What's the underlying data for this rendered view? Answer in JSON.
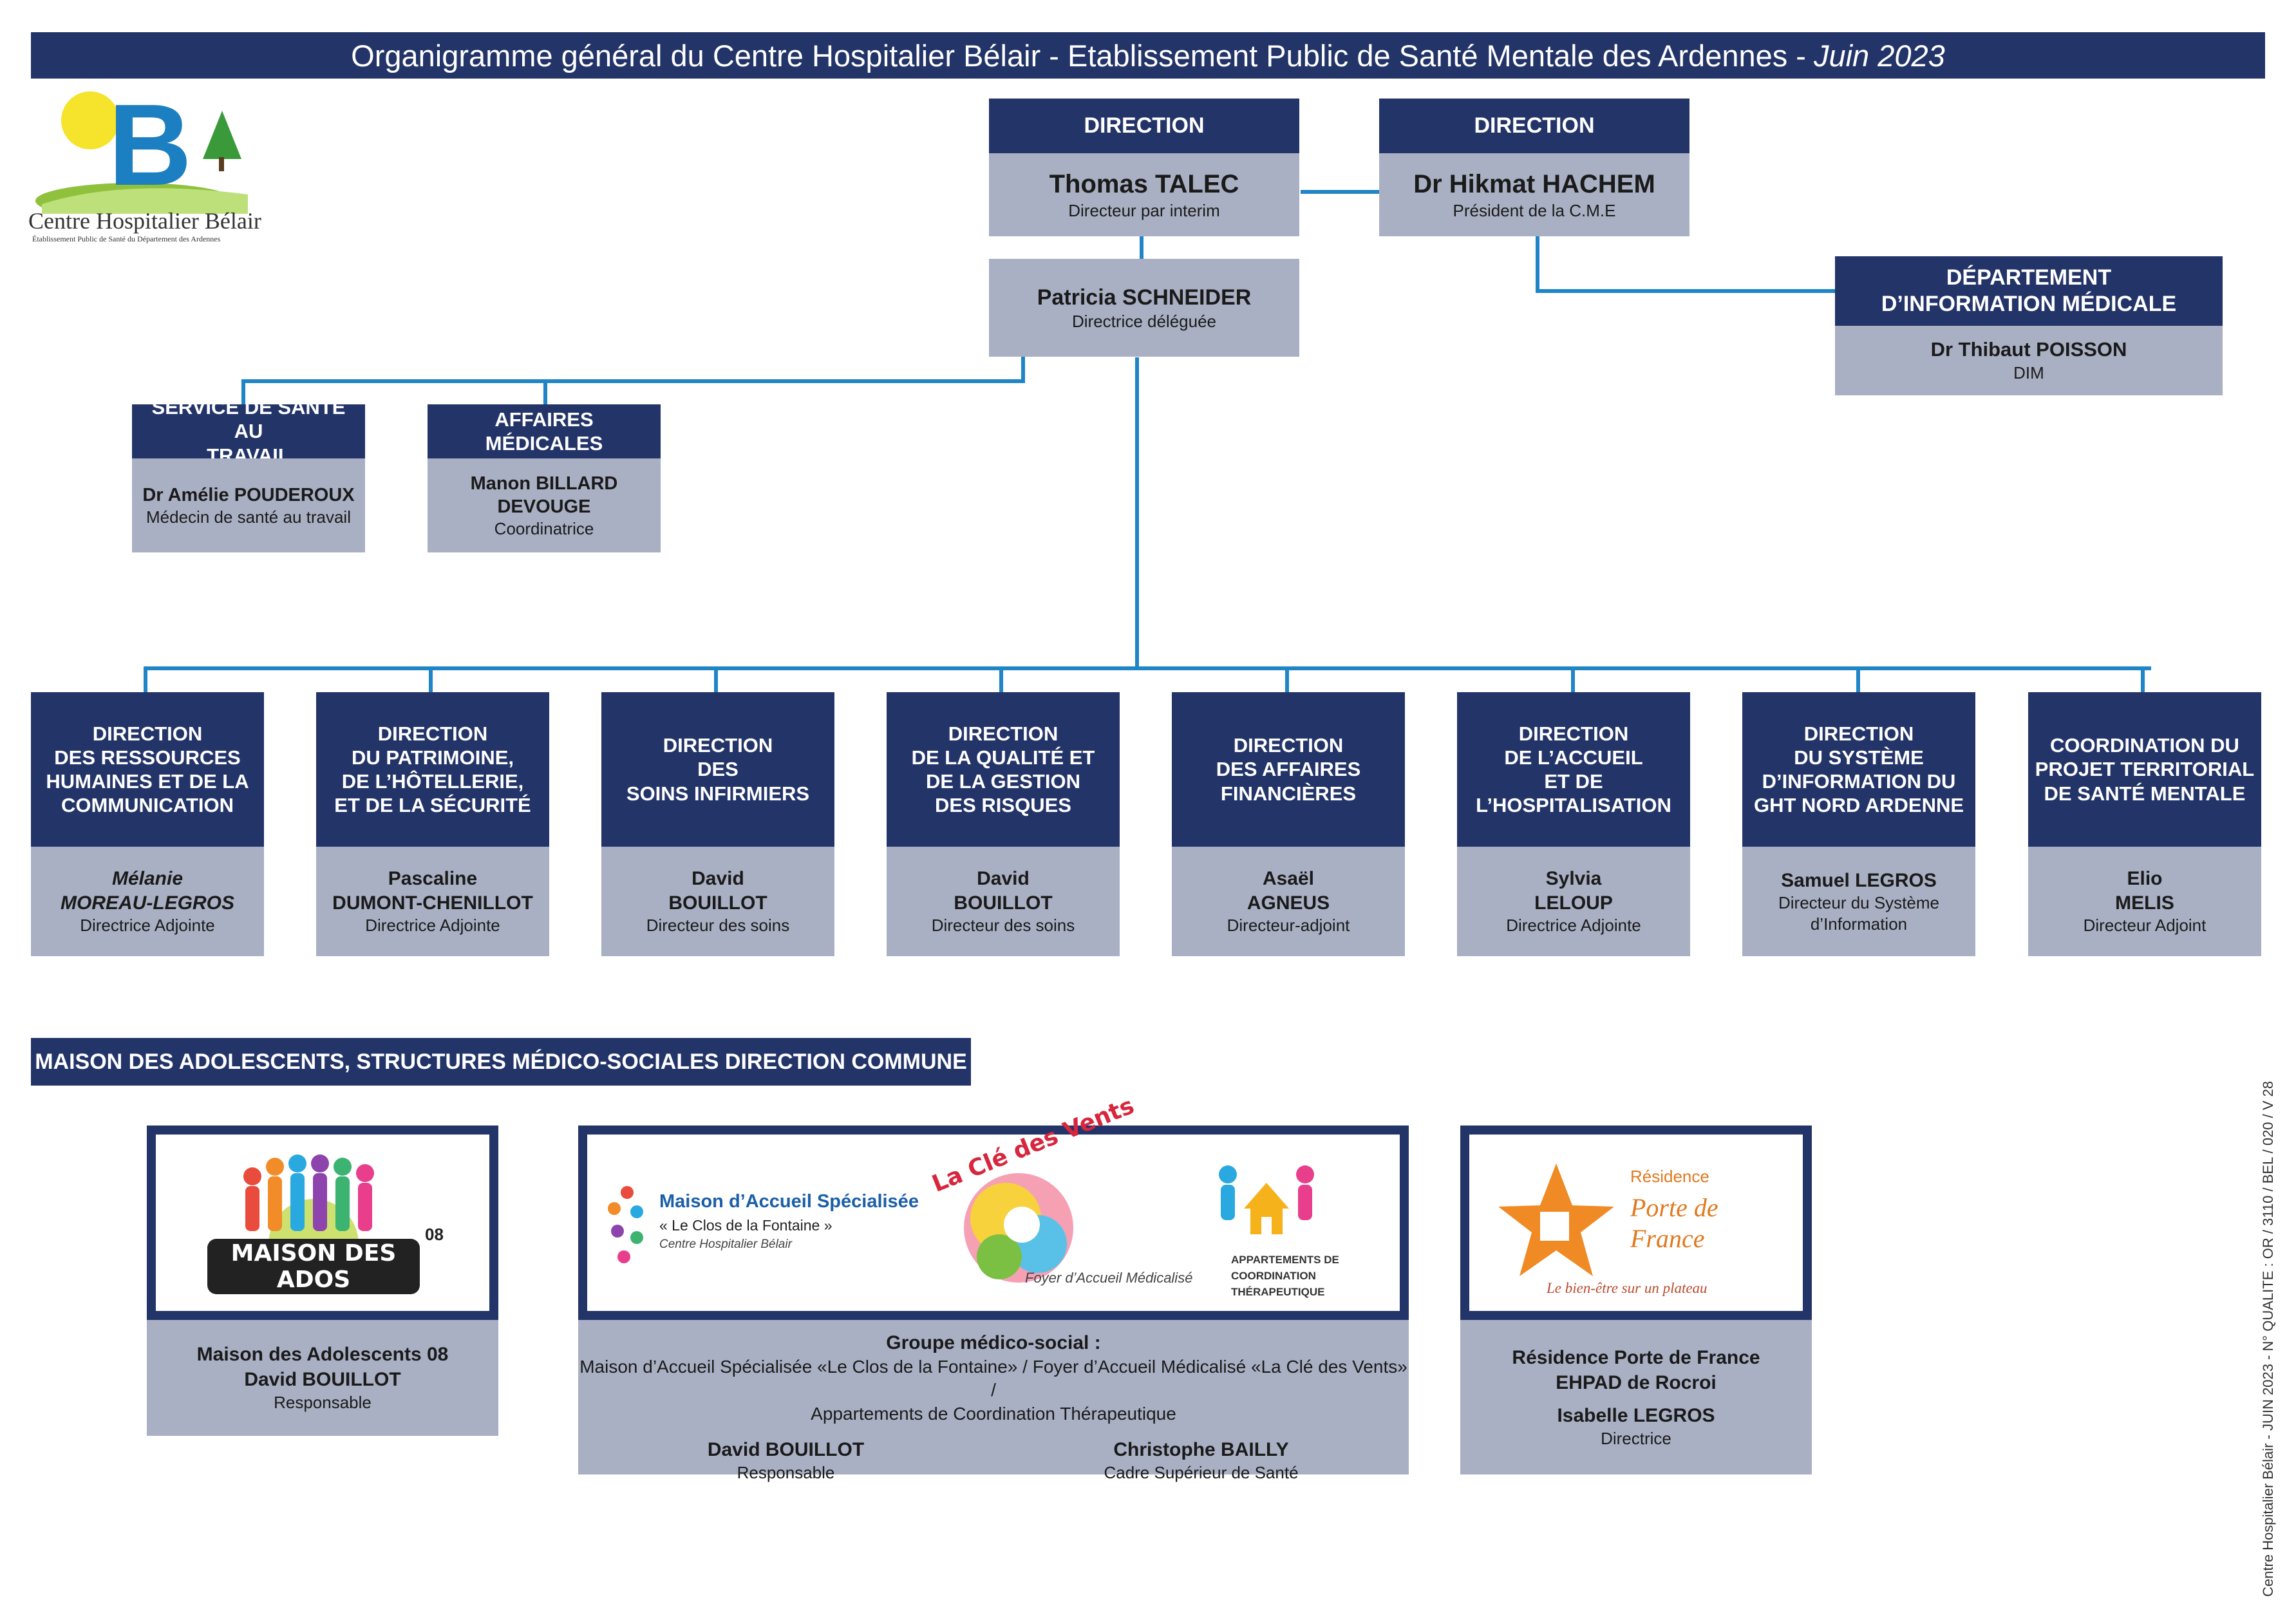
{
  "title": {
    "main": "Organigramme général du Centre Hospitalier Bélair - Etablissement Public de Santé Mentale des Ardennes -",
    "date": "Juin 2023"
  },
  "logo": {
    "letter": "B",
    "name": "Centre Hospitalier Bélair",
    "sub": "Établissement Public de Santé du Département des Ardennes"
  },
  "top": [
    {
      "head": "DIRECTION",
      "name": "Thomas TALEC",
      "role": "Directeur par interim"
    },
    {
      "head": "DIRECTION",
      "name": "Dr Hikmat HACHEM",
      "role": "Président de la C.M.E"
    }
  ],
  "deleguee": {
    "name": "Patricia SCHNEIDER",
    "role": "Directrice déléguée"
  },
  "dim": {
    "head": "DÉPARTEMENT\nD’INFORMATION MÉDICALE",
    "name": "Dr Thibaut POISSON",
    "role": "DIM"
  },
  "side": [
    {
      "head": "SERVICE DE SANTÉ AU\nTRAVAIL",
      "name": "Dr Amélie POUDEROUX",
      "role": "Médecin de santé au travail"
    },
    {
      "head": "AFFAIRES\nMÉDICALES",
      "name": "Manon BILLARD DEVOUGE",
      "role": "Coordinatrice"
    }
  ],
  "directions": [
    {
      "head": "DIRECTION\nDES RESSOURCES\nHUMAINES ET DE LA\nCOMMUNICATION",
      "name": "Mélanie\nMOREAU-LEGROS",
      "role": "Directrice Adjointe"
    },
    {
      "head": "DIRECTION\nDU PATRIMOINE,\nDE L’HÔTELLERIE,\nET DE LA SÉCURITÉ",
      "name": "Pascaline\nDUMONT-CHENILLOT",
      "role": "Directrice Adjointe"
    },
    {
      "head": "DIRECTION\nDES\nSOINS INFIRMIERS",
      "name": "David\nBOUILLOT",
      "role": "Directeur des soins"
    },
    {
      "head": "DIRECTION\nDE LA QUALITÉ ET\nDE LA GESTION\nDES RISQUES",
      "name": "David\nBOUILLOT",
      "role": "Directeur des soins"
    },
    {
      "head": "DIRECTION\nDES AFFAIRES\nFINANCIÈRES",
      "name": "Asaël\nAGNEUS",
      "role": "Directeur-adjoint"
    },
    {
      "head": "DIRECTION\nDE L’ACCUEIL\nET DE\nL’HOSPITALISATION",
      "name": "Sylvia\nLELOUP",
      "role": "Directrice Adjointe"
    },
    {
      "head": "DIRECTION\nDU SYSTÈME\nD’INFORMATION DU\nGHT NORD ARDENNE",
      "name": "Samuel LEGROS",
      "role": "Directeur du Système\nd’Information"
    },
    {
      "head": "COORDINATION DU\nPROJET TERRITORIAL\nDE SANTÉ MENTALE",
      "name": "Elio\nMELIS",
      "role": "Directeur Adjoint"
    }
  ],
  "section_title": "MAISON DES ADOLESCENTS, STRUCTURES MÉDICO-SOCIALES DIRECTION COMMUNE",
  "structures": {
    "mda": {
      "logo_text": "MAISON DES ADOS",
      "logo_num": "08",
      "title": "Maison des Adolescents 08",
      "name": "David BOUILLOT",
      "role": "Responsable"
    },
    "groupe": {
      "mas_title": "Maison d’Accueil Spécialisée",
      "mas_sub": "« Le Clos de la Fontaine »",
      "mas_org": "Centre Hospitalier Bélair",
      "fam_title": "La Clé des Vents",
      "fam_sub": "Foyer d’Accueil Médicalisé",
      "act_lines": [
        "APPARTEMENTS DE",
        "COORDINATION",
        "THÉRAPEUTIQUE"
      ],
      "title": "Groupe médico-social :",
      "desc1": "Maison d’Accueil Spécialisée «Le Clos de la Fontaine» / Foyer d’Accueil Médicalisé «La Clé des Vents» /",
      "desc2": "Appartements de Coordination Thérapeutique",
      "p1_name": "David BOUILLOT",
      "p1_role": "Responsable",
      "p2_name": "Christophe BAILLY",
      "p2_role": "Cadre Supérieur de Santé"
    },
    "residence": {
      "logo_small": "Résidence",
      "logo_big1": "Porte de",
      "logo_big2": "France",
      "logo_tag": "Le bien-être sur un plateau",
      "title1": "Résidence Porte de France",
      "title2": "EHPAD de Rocroi",
      "name": "Isabelle LEGROS",
      "role": "Directrice"
    }
  },
  "footer_vertical": "Centre Hospitalier Bélair - JUIN 2023 - N° QUALITE : OR / 3110 / BEL / 020 / V 28",
  "colors": {
    "navy": "#233469",
    "grey": "#a9b0c3",
    "line": "#1f85c7"
  }
}
